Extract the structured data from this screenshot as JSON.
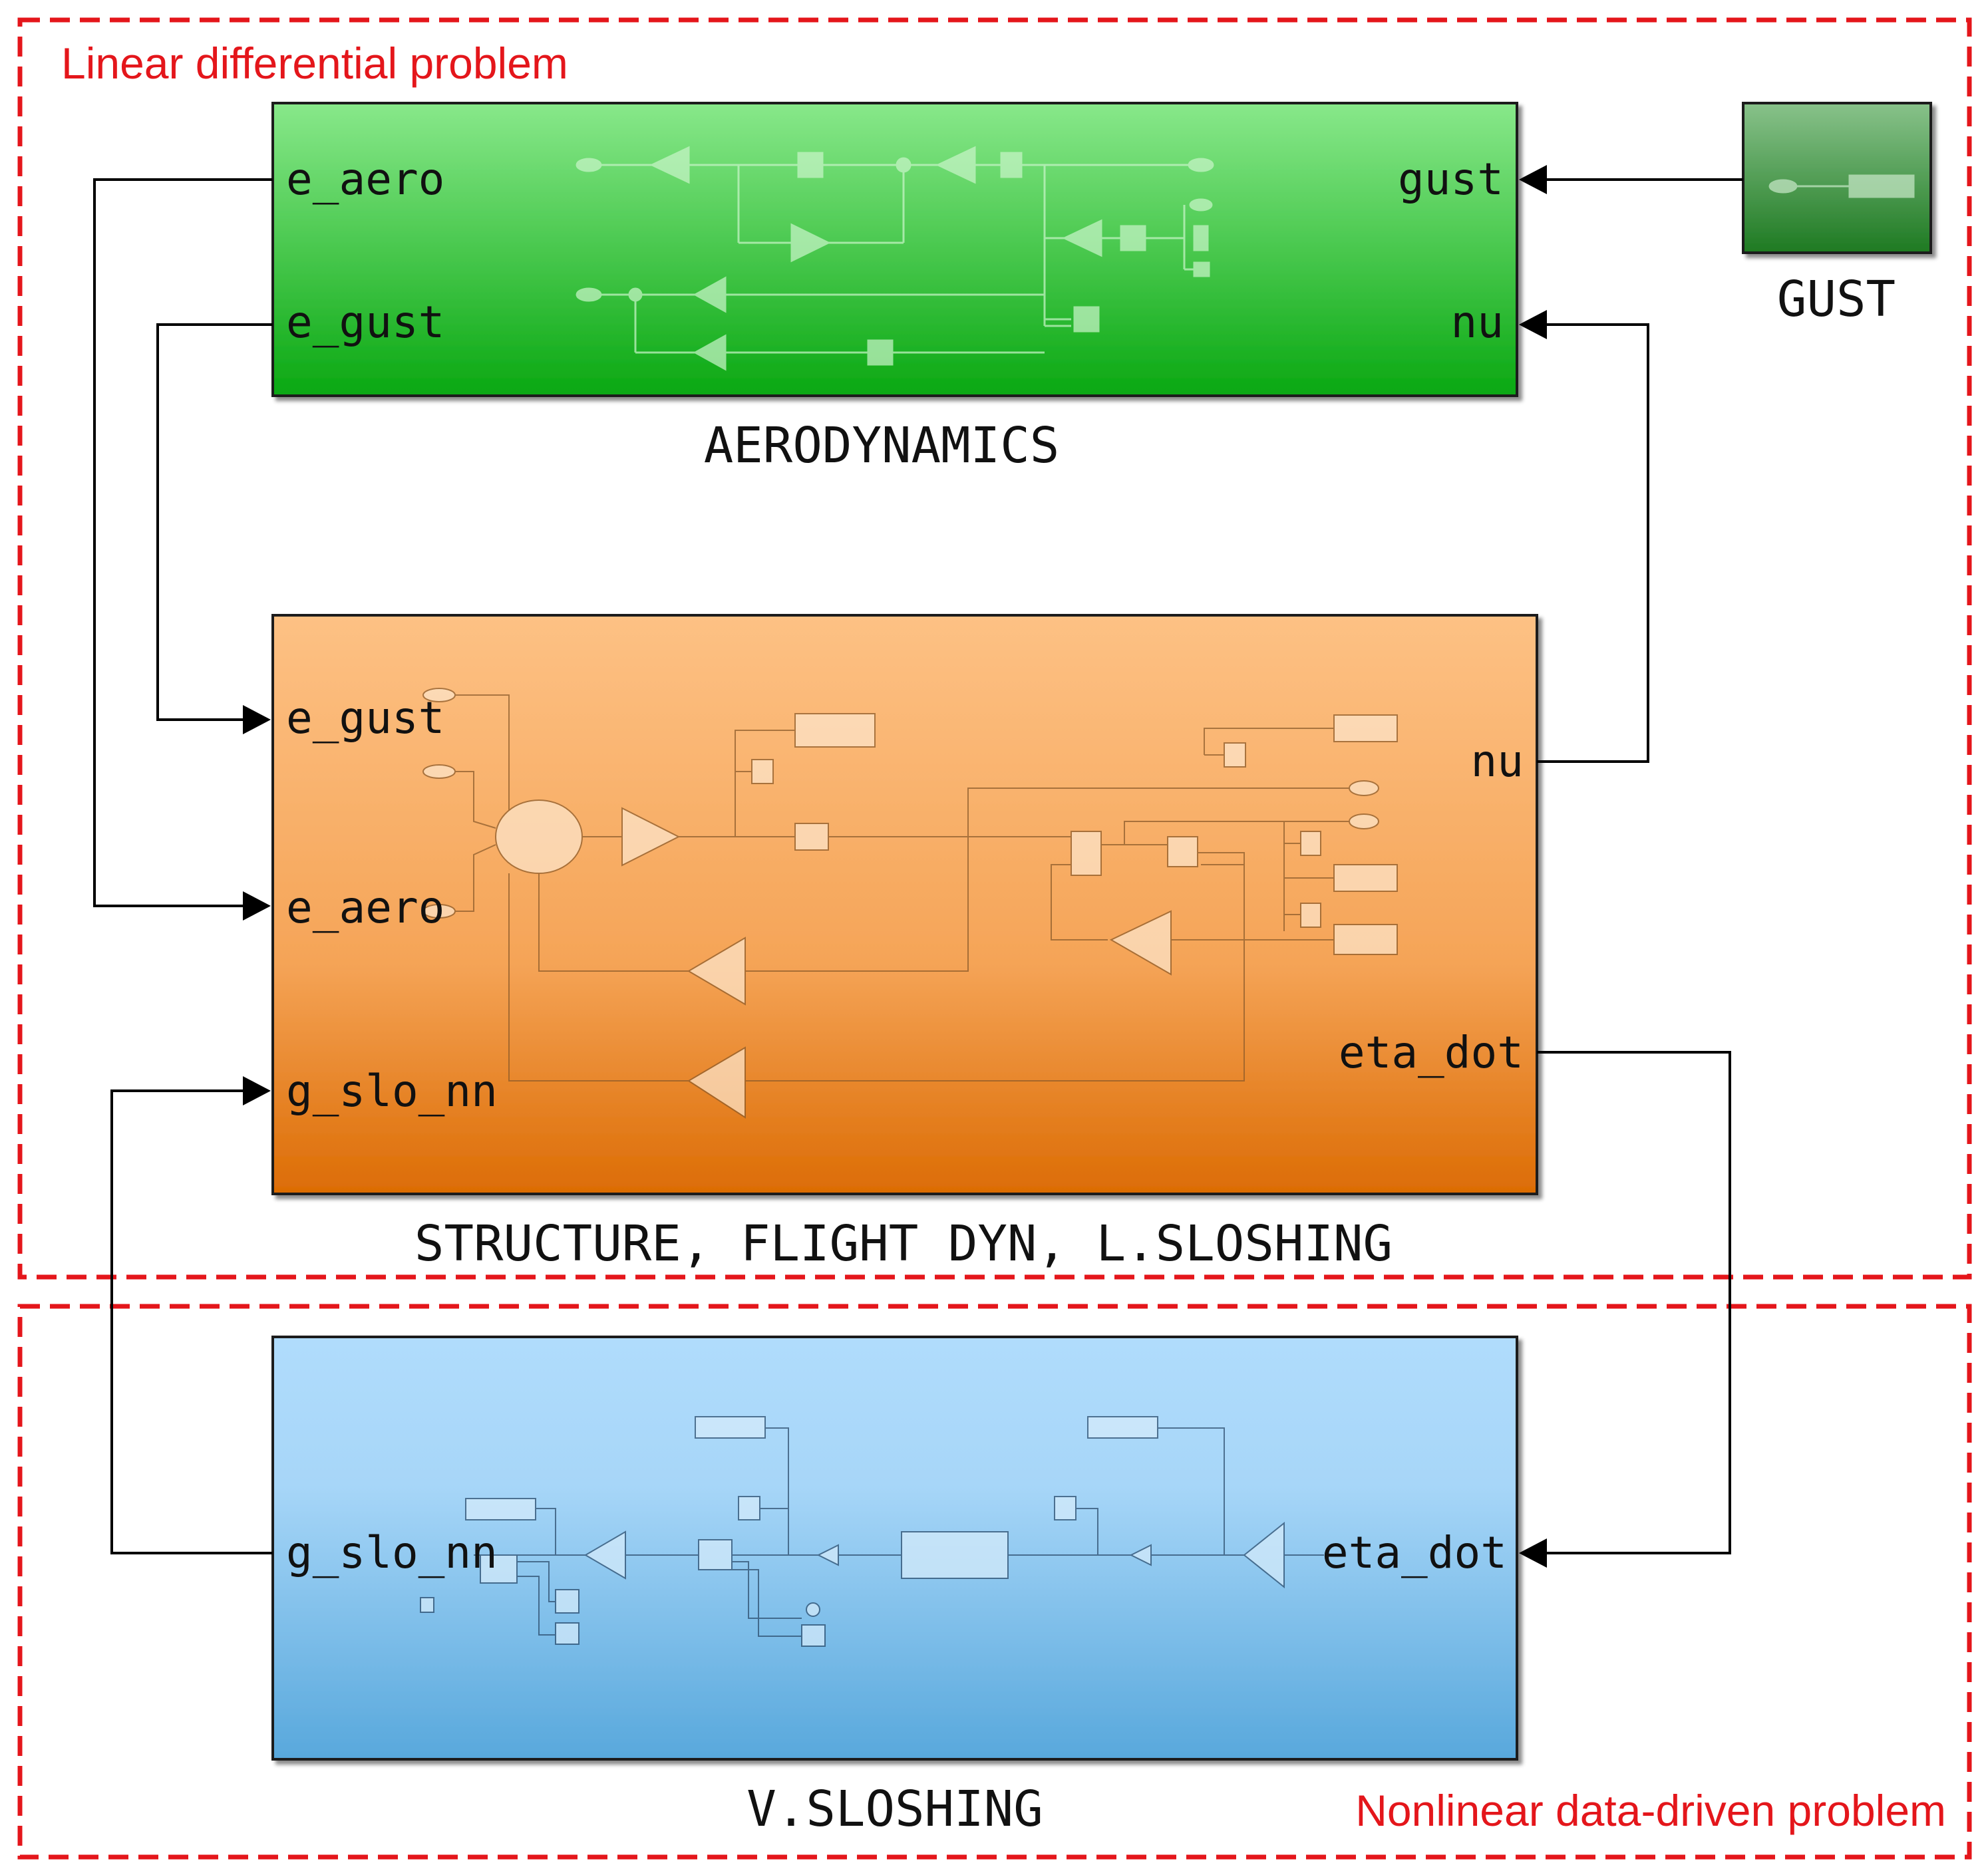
{
  "regions": {
    "linear": "Linear differential problem",
    "nonlinear": "Nonlinear data-driven problem"
  },
  "blocks": {
    "aerodynamics": {
      "name": "AERODYNAMICS",
      "inputs": [
        "gust",
        "nu"
      ],
      "outputs": [
        "e_aero",
        "e_gust"
      ]
    },
    "gust": {
      "name": "GUST"
    },
    "structure": {
      "name": "STRUCTURE, FLIGHT DYN, L.SLOSHING",
      "inputs": [
        "e_gust",
        "e_aero",
        "g_slo_nn"
      ],
      "outputs": [
        "nu",
        "eta_dot"
      ]
    },
    "sloshing": {
      "name": "V.SLOSHING",
      "inputs": [
        "eta_dot"
      ],
      "outputs": [
        "g_slo_nn"
      ]
    }
  },
  "colors": {
    "region_border": "#e4161b",
    "aero_top": "#88e88a",
    "aero_bottom": "#0aa812",
    "structure_top": "#fdc184",
    "structure_bottom": "#dc6c04",
    "sloshing_top": "#b0dcfc",
    "sloshing_bottom": "#58a8dc",
    "gust_top": "#88c28a",
    "gust_bottom": "#1e7a22"
  }
}
